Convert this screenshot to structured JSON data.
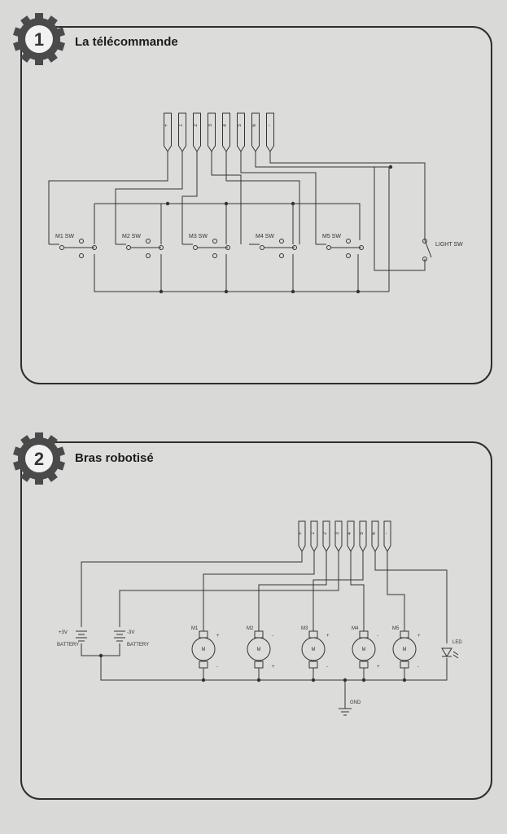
{
  "section1": {
    "number": "1",
    "title": "La télécommande",
    "connector_pins": [
      "+",
      "1",
      "2",
      "3",
      "4",
      "5",
      "6",
      "-"
    ],
    "switches": [
      "M1 SW",
      "M2 SW",
      "M3 SW",
      "M4 SW",
      "M5 SW"
    ],
    "light_switch": "LIGHT SW"
  },
  "section2": {
    "number": "2",
    "title": "Bras robotisé",
    "connector_pins": [
      "+",
      "1",
      "2",
      "3",
      "4",
      "5",
      "6",
      "-"
    ],
    "battery_left_voltage": "+3V",
    "battery_left_label": "BATTERY",
    "battery_right_voltage": "-3V",
    "battery_right_label": "BATTERY",
    "motors": [
      {
        "label": "M1",
        "top_pol": "+",
        "bottom_pol": "-"
      },
      {
        "label": "M2",
        "top_pol": "-",
        "bottom_pol": "+"
      },
      {
        "label": "M3",
        "top_pol": "+",
        "bottom_pol": "-"
      },
      {
        "label": "M4",
        "top_pol": "-",
        "bottom_pol": "+"
      },
      {
        "label": "M5",
        "top_pol": "+",
        "bottom_pol": "-"
      }
    ],
    "motor_symbol": "M",
    "led_label": "LED",
    "gnd_label": "GND"
  },
  "colors": {
    "gear": "#4a4a4a",
    "gear_face": "#f2f2f2",
    "line": "#333333"
  }
}
